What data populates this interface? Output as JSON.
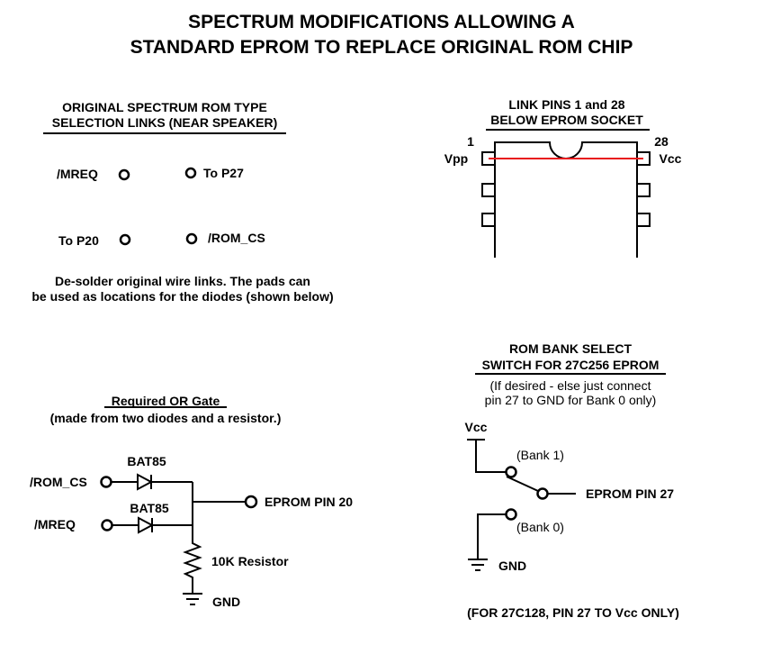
{
  "title": {
    "line1": "SPECTRUM MODIFICATIONS ALLOWING A",
    "line2": "STANDARD EPROM TO REPLACE ORIGINAL ROM CHIP"
  },
  "rom_links": {
    "heading_line1": "ORIGINAL SPECTRUM ROM TYPE",
    "heading_line2": "SELECTION LINKS (NEAR SPEAKER)",
    "pads": {
      "mreq": "/MREQ",
      "to_p27": "To P27",
      "to_p20": "To P20",
      "rom_cs": "/ROM_CS"
    },
    "note_line1": "De-solder original wire links. The pads can",
    "note_line2": "be used as locations for the diodes (shown below)"
  },
  "socket": {
    "heading_line1": "LINK PINS 1 and 28",
    "heading_line2": "BELOW EPROM SOCKET",
    "pin1_number": "1",
    "pin28_number": "28",
    "pin1_name": "Vpp",
    "pin28_name": "Vcc",
    "link_color": "#e8191c"
  },
  "or_gate": {
    "heading": "Required OR Gate",
    "subheading": "(made from two diodes and a resistor.)",
    "input1": "/ROM_CS",
    "input2": "/MREQ",
    "diode1": "BAT85",
    "diode2": "BAT85",
    "output": "EPROM PIN 20",
    "resistor": "10K Resistor",
    "ground": "GND"
  },
  "bank_switch": {
    "heading_line1": "ROM BANK SELECT",
    "heading_line2": "SWITCH FOR 27C256 EPROM",
    "note_line1": "(If desired - else just connect",
    "note_line2": "pin 27 to GND for Bank 0 only)",
    "vcc": "Vcc",
    "bank1": "(Bank 1)",
    "bank0": "(Bank 0)",
    "output": "EPROM PIN 27",
    "ground": "GND",
    "footnote": "(FOR 27C128, PIN 27 TO Vcc ONLY)"
  }
}
